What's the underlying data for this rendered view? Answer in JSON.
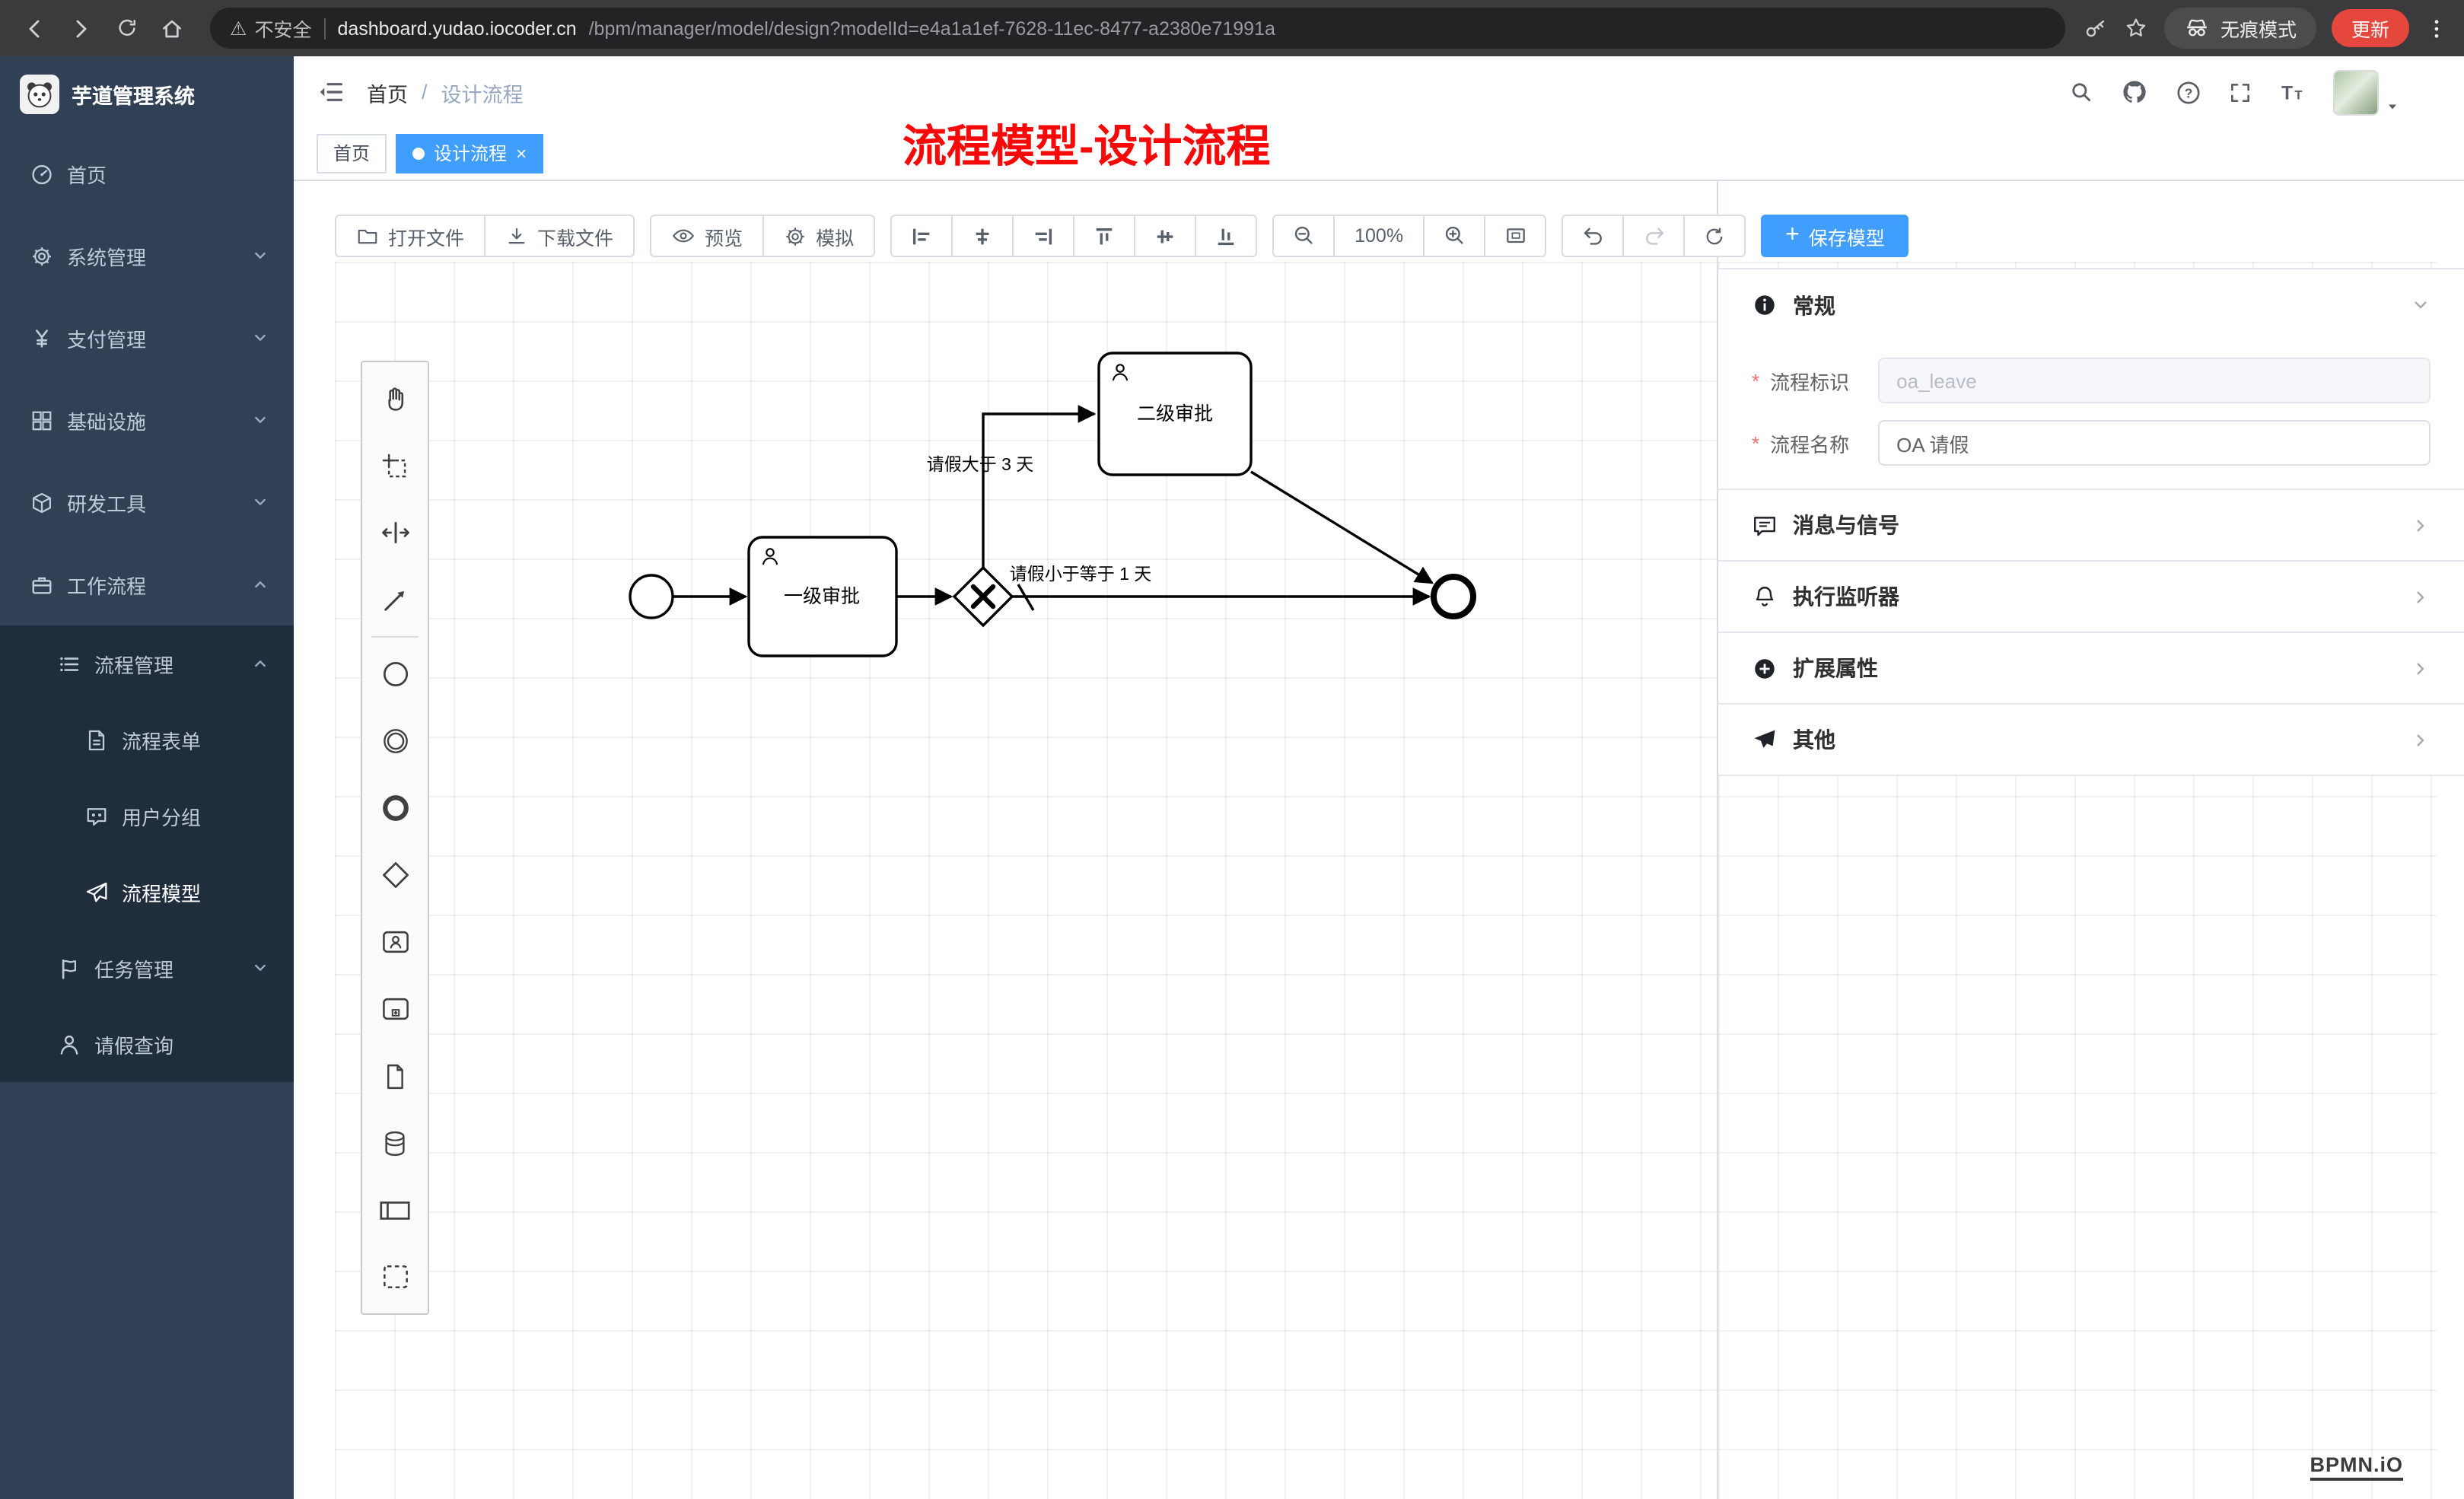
{
  "browser": {
    "security_label": "不安全",
    "url_domain": "dashboard.yudao.iocoder.cn",
    "url_path": "/bpm/manager/model/design?modelId=e4a1a1ef-7628-11ec-8477-a2380e71991a",
    "incognito_label": "无痕模式",
    "update_label": "更新"
  },
  "sidebar": {
    "logo_title": "芋道管理系统",
    "items": [
      {
        "label": "首页",
        "icon": "gauge-icon"
      },
      {
        "label": "系统管理",
        "icon": "gear-icon",
        "chevron": "down"
      },
      {
        "label": "支付管理",
        "icon": "yen-icon",
        "chevron": "down"
      },
      {
        "label": "基础设施",
        "icon": "infra-grid-icon",
        "chevron": "down"
      },
      {
        "label": "研发工具",
        "icon": "cube-icon",
        "chevron": "down"
      },
      {
        "label": "工作流程",
        "icon": "briefcase-icon",
        "chevron": "up"
      },
      {
        "label": "流程管理",
        "icon": "list-icon",
        "chevron": "up"
      },
      {
        "label": "流程表单",
        "icon": "document-icon"
      },
      {
        "label": "用户分组",
        "icon": "user-group-icon"
      },
      {
        "label": "流程模型",
        "icon": "paper-plane-icon"
      },
      {
        "label": "任务管理",
        "icon": "flag-icon",
        "chevron": "down"
      },
      {
        "label": "请假查询",
        "icon": "user-icon"
      }
    ]
  },
  "header": {
    "breadcrumb_home": "首页",
    "breadcrumb_separator": "/",
    "breadcrumb_current": "设计流程",
    "overlay_title": "流程模型-设计流程"
  },
  "tabs": {
    "home": "首页",
    "current": "设计流程",
    "close": "×"
  },
  "toolbar": {
    "open_file": "打开文件",
    "download_file": "下载文件",
    "preview": "预览",
    "simulate": "模拟",
    "zoom_level": "100%",
    "save_plus": "+",
    "save_model": "保存模型"
  },
  "palette": {
    "tools": [
      "hand-tool",
      "lasso-tool",
      "space-tool",
      "global-connect-tool",
      "create-start-event",
      "create-intermediate-event",
      "create-end-event",
      "create-exclusive-gateway",
      "create-user-task",
      "create-subprocess",
      "create-data-object",
      "create-data-store",
      "create-participant",
      "create-group"
    ]
  },
  "diagram": {
    "task1_label": "一级审批",
    "task2_label": "二级审批",
    "flow_up_label": "请假大于 3 天",
    "flow_right_label": "请假小于等于 1 天"
  },
  "properties": {
    "section_general": "常规",
    "section_signal": "消息与信号",
    "section_listener": "执行监听器",
    "section_extension": "扩展属性",
    "section_other": "其他",
    "required_mark": "*",
    "field_key_label": "流程标识",
    "field_key_value": "oa_leave",
    "field_name_label": "流程名称",
    "field_name_value": "OA 请假"
  },
  "watermark": "BPMN.iO",
  "colors": {
    "accent": "#409eff",
    "sidebar_bg": "#304156",
    "submenu_bg": "#1f2d3d",
    "overlay_title_red": "#f70909",
    "update_button_red": "#e5473d",
    "tab_active_bg": "#409eff"
  }
}
